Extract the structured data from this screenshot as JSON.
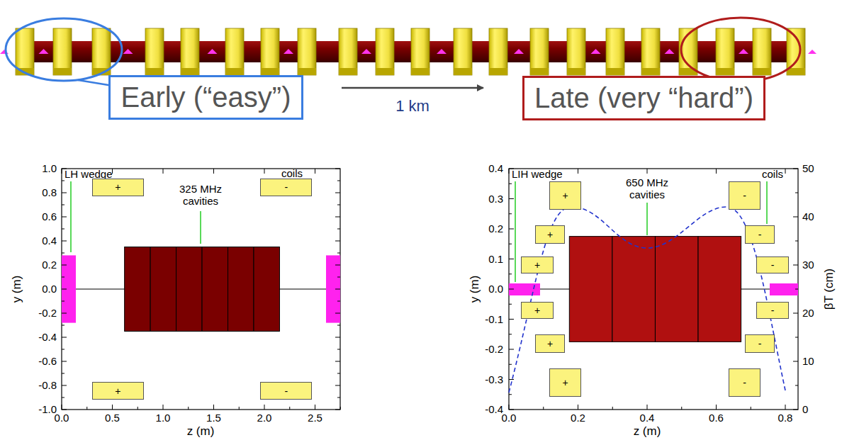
{
  "diagram": {
    "nodes": [
      {
        "text": [
          "Early (“easy”)"
        ]
      },
      {
        "text": [
          "Late (very “hard”)"
        ]
      },
      {
        "text": [
          "+"
        ]
      },
      {
        "text": [
          "-"
        ]
      },
      {
        "text": [
          "+"
        ]
      },
      {
        "text": [
          "-"
        ]
      },
      {
        "text": [
          "+"
        ]
      },
      {
        "text": [
          "-"
        ]
      },
      {
        "text": [
          "+"
        ]
      },
      {
        "text": [
          "-"
        ]
      },
      {
        "text": [
          "+"
        ]
      },
      {
        "text": [
          "-"
        ]
      },
      {
        "text": [
          "+"
        ]
      },
      {
        "text": [
          "-"
        ]
      },
      {
        "text": [
          "+"
        ]
      },
      {
        "text": [
          "-"
        ]
      },
      {
        "text": [
          "+"
        ]
      },
      {
        "text": [
          "-"
        ]
      }
    ],
    "labels": [
      "1 km",
      "LH wedge",
      "325 MHz cavities",
      "coils",
      "1.0",
      "0.8",
      "0.6",
      "0.4",
      "0.2",
      "0.0",
      "-0.2",
      "-0.4",
      "-0.6",
      "-0.8",
      "-1.0",
      "0.0",
      "0.5",
      "1.0",
      "1.5",
      "2.0",
      "2.5",
      "y (m)",
      "z (m)",
      "LIH wedge",
      "650 MHz cavities",
      "coils",
      "0.4",
      "0.3",
      "0.2",
      "0.1",
      "0.0",
      "-0.1",
      "-0.2",
      "-0.3",
      "-0.4",
      "0.0",
      "0.2",
      "0.4",
      "0.6",
      "0.8",
      "50",
      "40",
      "30",
      "20",
      "10",
      "0",
      "y (m)",
      "z (m)",
      "βT (cm)"
    ]
  }
}
